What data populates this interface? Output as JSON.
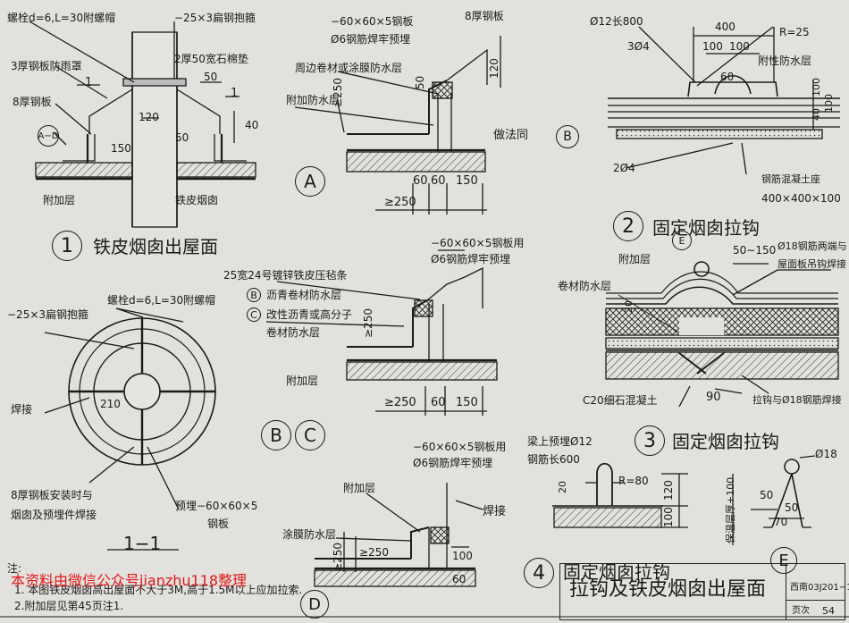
{
  "detail1": {
    "bolt": "螺栓d=6,L=30附螺帽",
    "hoop": "−25×3扁钢抱箍",
    "rain_cover": "3厚钢板防雨罩",
    "asbestos": "2厚50宽石棉垫",
    "dim_50": "50",
    "plate8": "8厚钢板",
    "dim_120": "120",
    "dim_50b": "50",
    "dim_40": "40",
    "dim_150": "150",
    "ref_ad": "A−D",
    "sec_mark": "1",
    "sec_mark2": "1",
    "added_layer": "附加层",
    "chimney": "铁皮烟囱",
    "num": "1",
    "caption": "铁皮烟囱出屋面"
  },
  "detailA": {
    "plate": "−60×60×5钢板",
    "rebar": "Ø6钢筋焊牢预埋",
    "plate8": "8厚钢板",
    "edge_coat": "周边卷材或涂膜防水层",
    "added": "附加防水层",
    "dim_250": "≥250",
    "dim_50": "50",
    "dim_120": "120",
    "same_as": "做法同",
    "ref_b": "B",
    "d60a": "60",
    "d60b": "60",
    "d150": "150",
    "d250": "≥250",
    "label": "A"
  },
  "detail2": {
    "rebar": "Ø12长800",
    "d400": "400",
    "d100a": "100",
    "d100b": "100",
    "r25": "R=25",
    "bars": "3Ø4",
    "d60": "60",
    "attached": "附性防水层",
    "d100c": "100",
    "d40": "40",
    "d100d": "100",
    "bars2": "2Ø4",
    "base": "钢筋混凝土座",
    "base_size": "400×400×100",
    "num": "2",
    "caption": "固定烟囱拉钩"
  },
  "detailBC": {
    "plate": "−60×60×5钢板用",
    "rebar": "Ø6钢筋焊牢预埋",
    "strip": "25宽24号镀锌铁皮压毡条",
    "b_text": "沥青卷材防水层",
    "c_text1": "改性沥青或高分子",
    "c_text2": "卷材防水层",
    "ref_b": "B",
    "ref_c": "C",
    "dim_250": "≥250",
    "added": "附加层",
    "d250": "≥250",
    "d60": "60",
    "d150": "150",
    "label_b": "B",
    "label_c": "C"
  },
  "section11": {
    "hoop": "−25×3扁钢抱箍",
    "bolt": "螺栓d=6,L=30附螺帽",
    "weld": "焊接",
    "d210": "210",
    "note1": "8厚钢板安装时与",
    "note2": "烟囱及预埋件焊接",
    "embed1": "预埋−60×60×5",
    "embed2": "钢板",
    "title": "1−1"
  },
  "detail3": {
    "added": "附加层",
    "ref_e": "E",
    "roll": "卷材防水层",
    "d20": "20",
    "range": "50∼150",
    "rebar1": "Ø18钢筋两端与",
    "rebar2": "屋面板吊钩焊接",
    "concrete": "C20细石混凝土",
    "d90": "90",
    "hook": "拉钩与Ø18钢筋焊接",
    "num": "3",
    "caption": "固定烟囱拉钩"
  },
  "detailD": {
    "plate": "−60×60×5钢板用",
    "rebar": "Ø6钢筋焊牢预埋",
    "added": "附加层",
    "weld": "焊接",
    "coat": "涂膜防水层",
    "d250a": "≥250",
    "d250b": "≥250",
    "d100": "100",
    "d60": "60",
    "label": "D"
  },
  "detail4": {
    "pre1": "梁上预埋Ø12",
    "pre2": "钢筋长600",
    "r80": "R=80",
    "d20": "20",
    "d120": "120",
    "d100": "100",
    "num": "4",
    "caption": "固定烟囱拉钩"
  },
  "detailE": {
    "d18": "Ø18",
    "d50a": "50",
    "d50b": "50",
    "d100": "保温层厚+100",
    "d70": "70",
    "label": "E"
  },
  "notes": {
    "head": "注:",
    "n1": "1.  本图铁皮烟囱高出屋面不大于3M,高于1.5M以上应加拉索.",
    "n2": "2.附加层见第45页注1.",
    "watermark": "本资料由微信公众号jianzhu118整理"
  },
  "titleblock": {
    "title": "拉钩及铁皮烟囱出屋面",
    "atlas": "西南03J201−1",
    "page_label": "页次",
    "page": "54"
  }
}
